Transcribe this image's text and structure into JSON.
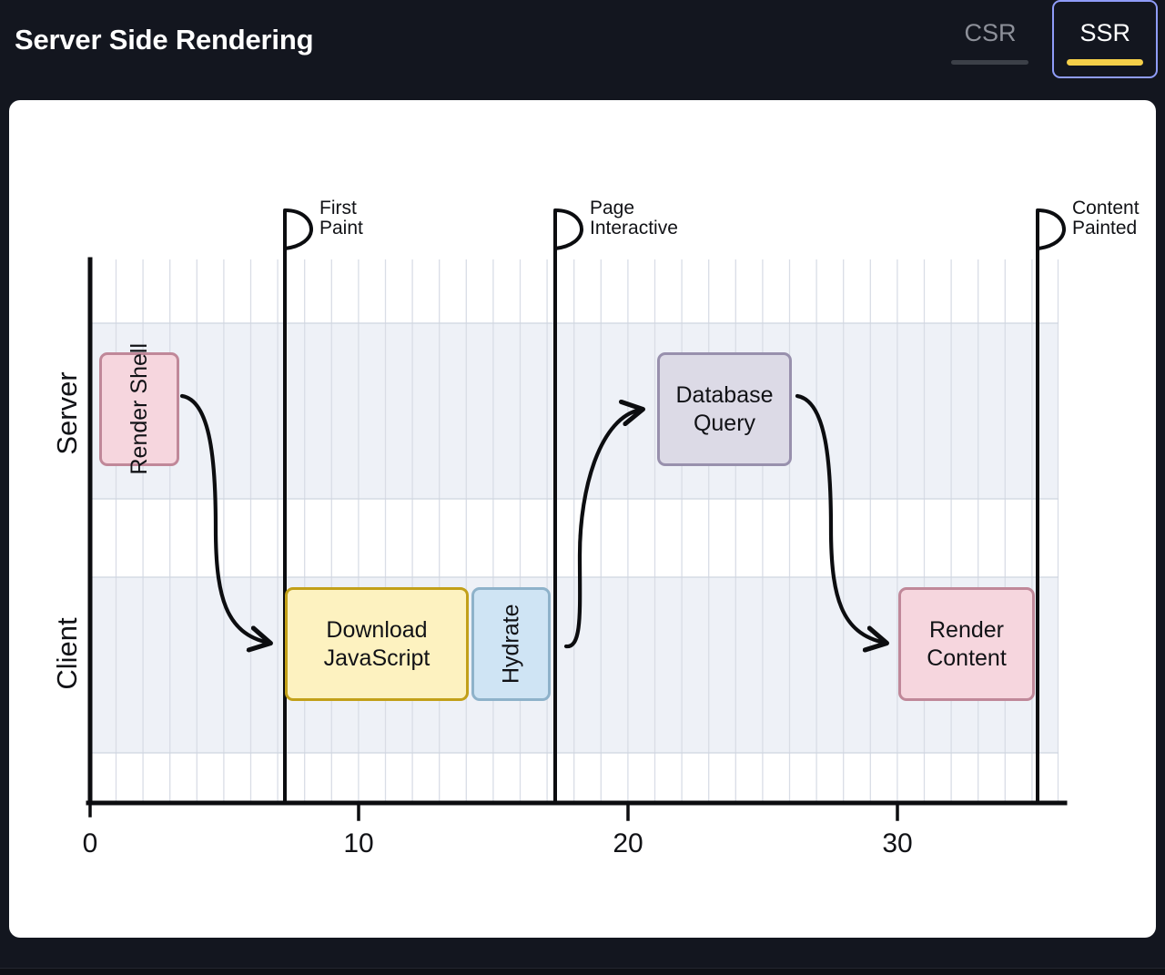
{
  "header": {
    "title": "Server Side Rendering",
    "tabs": [
      {
        "id": "csr",
        "label": "CSR",
        "active": false,
        "underline_color": "#3c4048"
      },
      {
        "id": "ssr",
        "label": "SSR",
        "active": true,
        "underline_color": "#f5cf49",
        "focus_ring_color": "#8f9cf8"
      }
    ]
  },
  "chart_data": {
    "type": "bar",
    "title": "Server Side Rendering",
    "xlabel": "",
    "ylabel": "",
    "xlim": [
      0,
      36.2
    ],
    "xticks": [
      0,
      10,
      20,
      30
    ],
    "xtick_labels": [
      "0",
      "10",
      "20",
      "30"
    ],
    "grid": true,
    "grid_step": 1,
    "legend": "none",
    "lanes": [
      "Server",
      "Client"
    ],
    "lane_labels": {
      "server": "Server",
      "client": "Client"
    },
    "series": [
      {
        "name": "Server",
        "lane": "Server",
        "values": [
          {
            "label": "Render Shell",
            "start": 0.3,
            "end": 3.7,
            "duration": 3.4,
            "fill": "#f6d6de",
            "stroke": "#c08899",
            "orientation": "vertical"
          },
          {
            "label": "Database Query",
            "start": 21.2,
            "end": 25.9,
            "duration": 4.7,
            "fill": "#dcdae6",
            "stroke": "#9890ad",
            "orientation": "horizontal"
          }
        ]
      },
      {
        "name": "Client",
        "lane": "Client",
        "values": [
          {
            "label": "Download JavaScript",
            "start": 7.5,
            "end": 14.0,
            "duration": 6.5,
            "fill": "#fdf2c0",
            "stroke": "#c2a019",
            "orientation": "horizontal"
          },
          {
            "label": "Hydrate",
            "start": 14.0,
            "end": 16.8,
            "duration": 2.8,
            "fill": "#cfe4f4",
            "stroke": "#8eb2ca",
            "orientation": "vertical"
          },
          {
            "label": "Render Content",
            "start": 29.0,
            "end": 33.8,
            "duration": 4.8,
            "fill": "#f6d6de",
            "stroke": "#c08899",
            "orientation": "horizontal"
          }
        ]
      }
    ],
    "markers": [
      {
        "label_line1": "First",
        "label_line2": "Paint",
        "x": 7.3,
        "kind": "flag"
      },
      {
        "label_line1": "Page",
        "label_line2": "Interactive",
        "x": 17.4,
        "kind": "flag"
      },
      {
        "label_line1": "Content",
        "label_line2": "Painted",
        "x": 35.5,
        "kind": "flag"
      }
    ],
    "arrows": [
      {
        "from": "Render Shell",
        "to": "Download JavaScript"
      },
      {
        "from": "Hydrate",
        "to": "Database Query"
      },
      {
        "from": "Database Query",
        "to": "Render Content"
      }
    ]
  }
}
